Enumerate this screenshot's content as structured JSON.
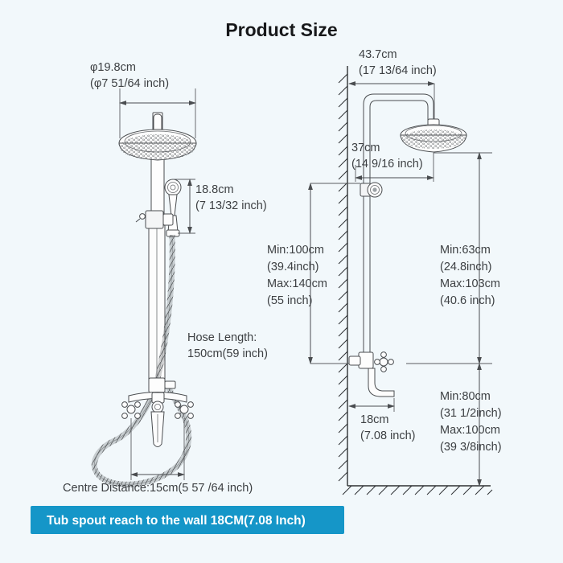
{
  "page": {
    "background_color": "#f2f8fb",
    "title": "Product Size"
  },
  "banner": {
    "text": "Tub spout reach to the wall 18CM(7.08 Inch)",
    "background_color": "#1596c8",
    "text_color": "#ffffff"
  },
  "front_view": {
    "name": "front-view-diagram",
    "labels": {
      "head_diameter_cm": "φ19.8cm",
      "head_diameter_in": "(φ7 51/64 inch)",
      "handheld_len_cm": "18.8cm",
      "handheld_len_in": "(7 13/32 inch)",
      "hose_title": "Hose Length:",
      "hose_value": "150cm(59 inch)",
      "centre_distance": "Centre Distance:15cm(5 57 /64 inch)"
    }
  },
  "side_view": {
    "name": "side-view-diagram",
    "labels": {
      "top_reach_cm": "43.7cm",
      "top_reach_in": "(17 13/64 inch)",
      "arm_cm": "37cm",
      "arm_in": "(14 9/16 inch)",
      "riser_min_cm": "Min:100cm",
      "riser_min_in": "(39.4inch)",
      "riser_max_cm": "Max:140cm",
      "riser_max_in": "(55 inch)",
      "head_min_cm": "Min:63cm",
      "head_min_in": "(24.8inch)",
      "head_max_cm": "Max:103cm",
      "head_max_in": "(40.6 inch)",
      "spout_cm": "18cm",
      "spout_in": "(7.08 inch)",
      "floor_min_cm": "Min:80cm",
      "floor_min_in": "(31 1/2inch)",
      "floor_max_cm": "Max:100cm",
      "floor_max_in": "(39 3/8inch)"
    }
  }
}
